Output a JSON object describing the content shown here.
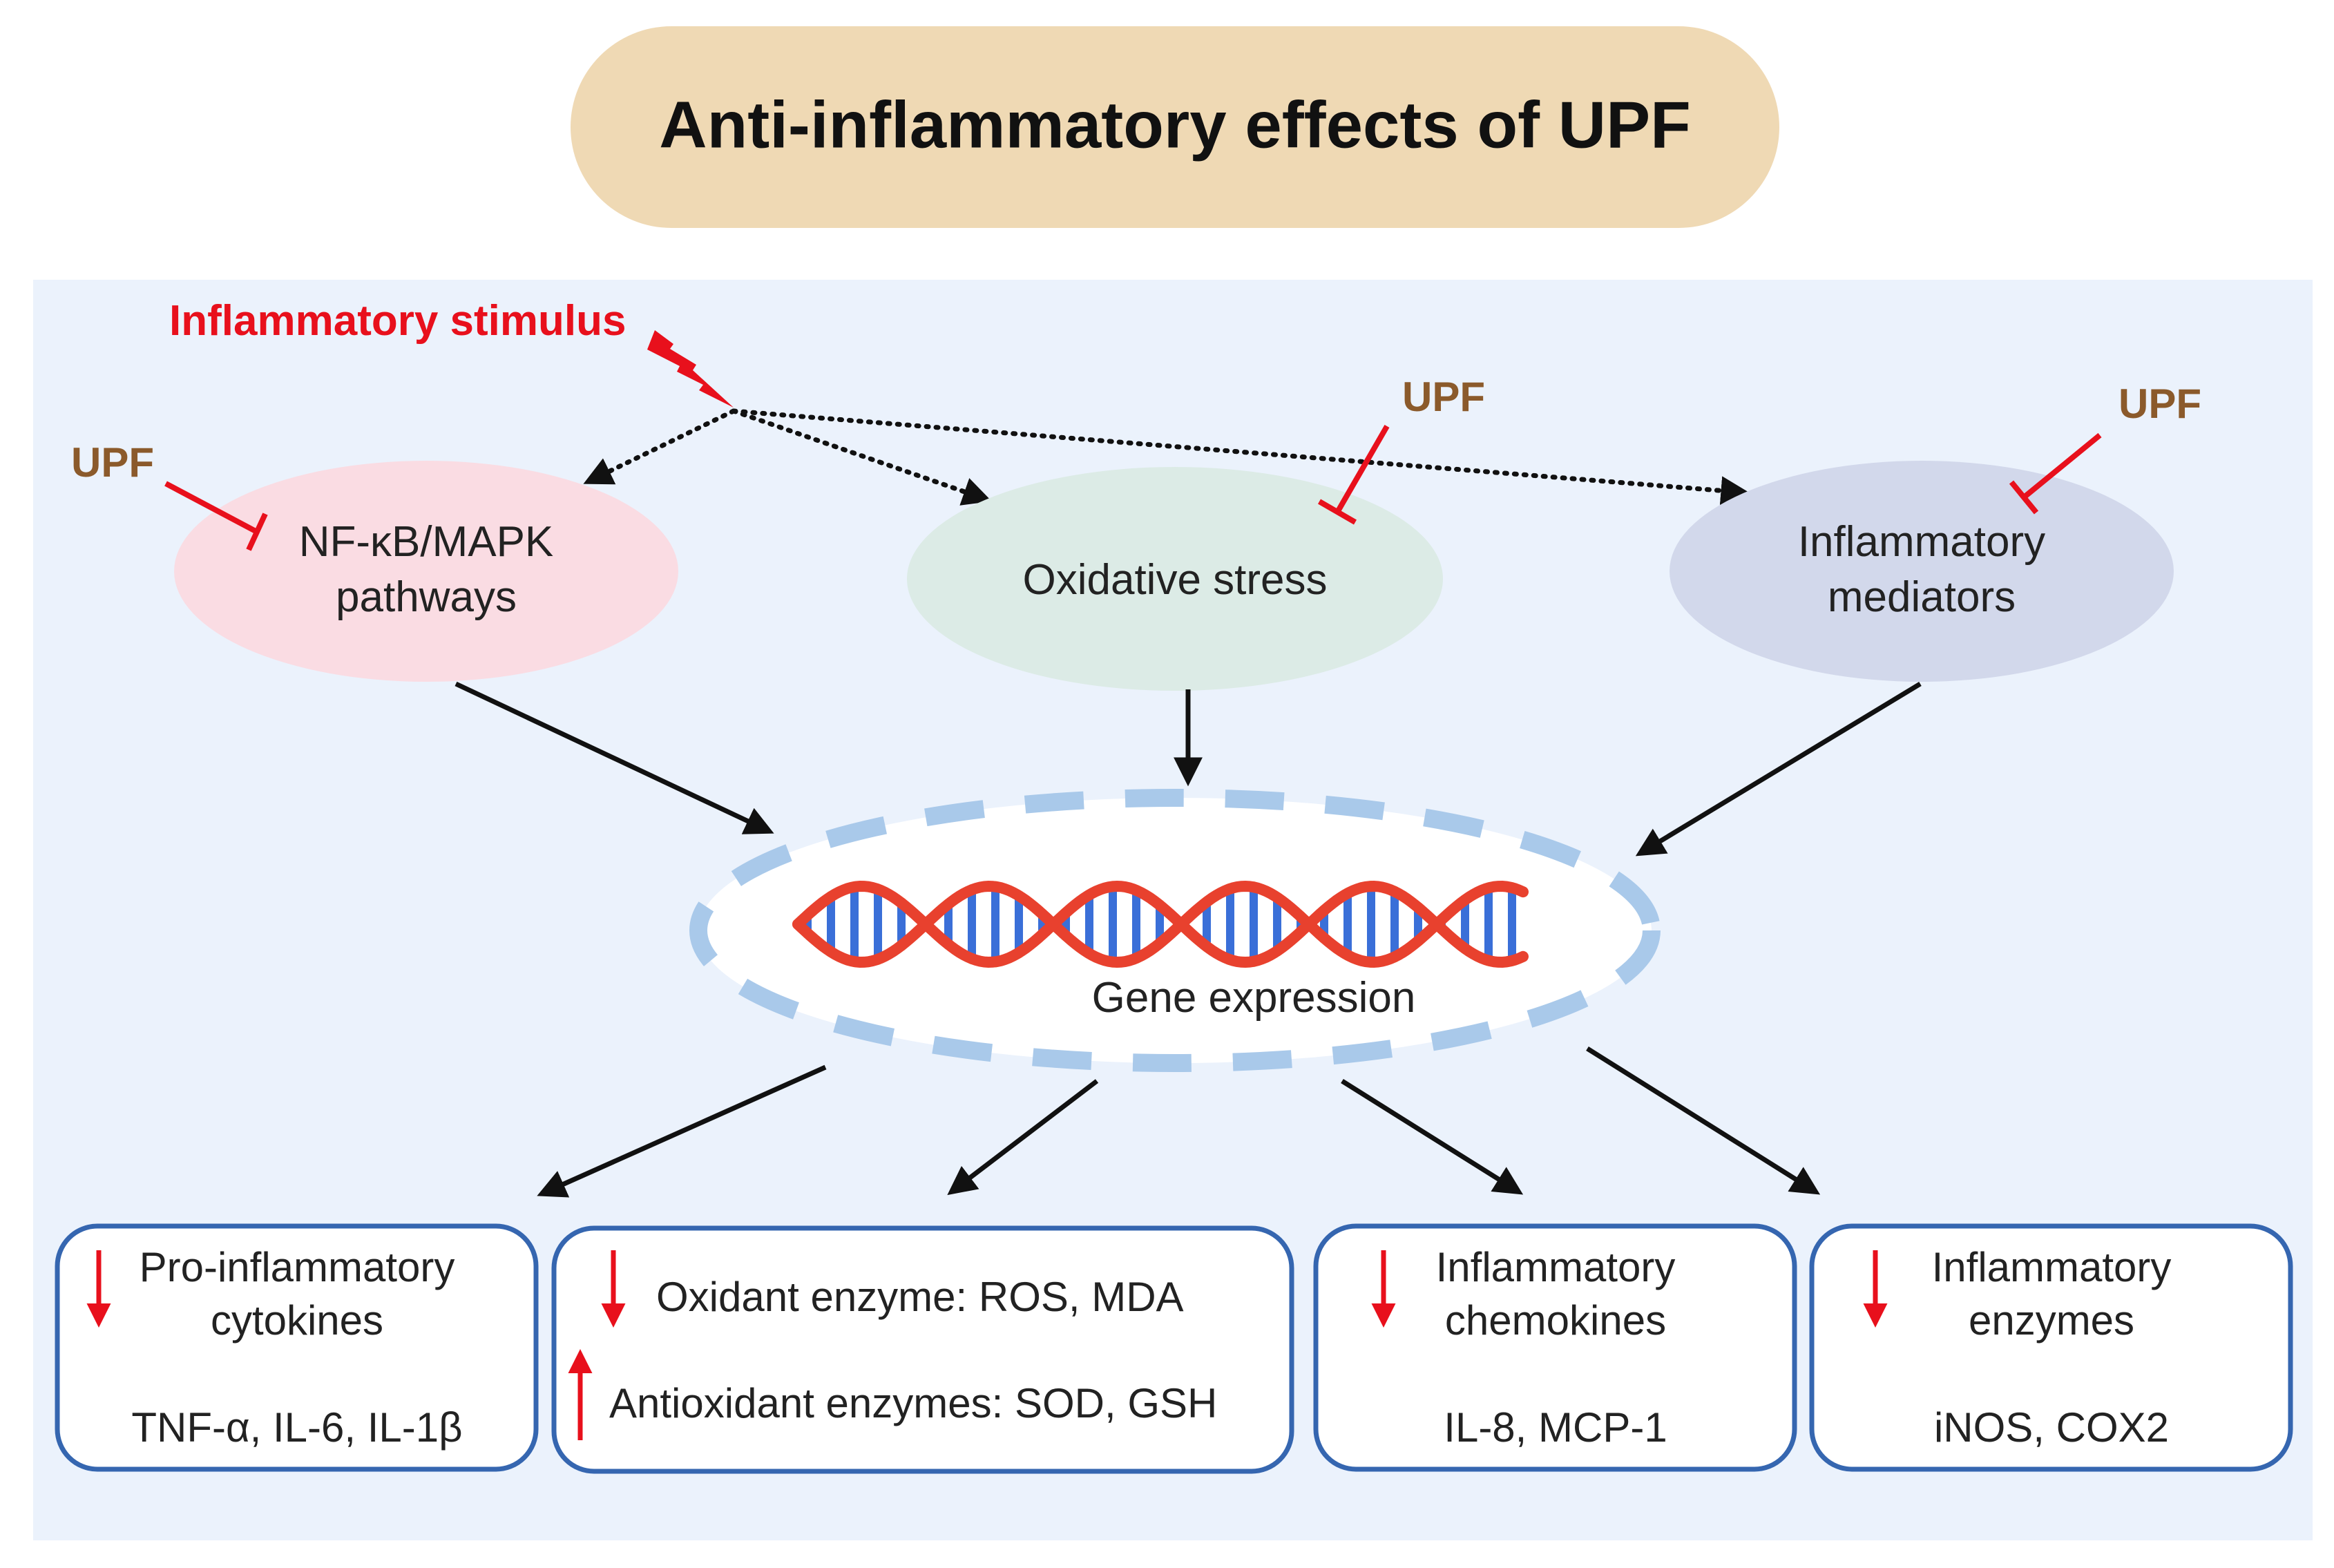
{
  "title": "Anti-inflammatory effects of UPF",
  "stimulus": {
    "label": "Inflammatory stimulus"
  },
  "inhibitor_label": "UPF",
  "nodes": {
    "pathways": {
      "line1": "NF-κB/MAPK",
      "line2": "pathways"
    },
    "oxidative": {
      "label": "Oxidative stress"
    },
    "mediators": {
      "line1": "Inflammatory",
      "line2": "mediators"
    },
    "gene": {
      "label": "Gene expression"
    }
  },
  "boxes": [
    {
      "id": "cytokines",
      "title1": "Pro-inflammatory",
      "title2": "cytokines",
      "detail": "TNF-α, IL-6, IL-1β",
      "direction": "down"
    },
    {
      "id": "enzymes-ox",
      "line1": "Oxidant enzyme: ROS, MDA",
      "line1_direction": "down",
      "line2": "Antioxidant enzymes: SOD, GSH",
      "line2_direction": "up"
    },
    {
      "id": "chemokines",
      "title1": "Inflammatory",
      "title2": "chemokines",
      "detail": "IL-8,  MCP-1",
      "direction": "down"
    },
    {
      "id": "inflam-enzymes",
      "title1": "Inflammatory",
      "title2": "enzymes",
      "detail": "iNOS, COX2",
      "direction": "down"
    }
  ],
  "colors": {
    "title_pill": "#EFD9B4",
    "panel": "#EBF2FC",
    "pathways": "#FADCE3",
    "oxidative": "#DCEBE6",
    "mediators": "#D2D8EB",
    "gene_dash": "#A9C9EA",
    "box_border": "#3566B0",
    "inhibit": "#E8101C",
    "upf": "#8B5A2B",
    "dna_strand": "#E8412E",
    "dna_rung": "#3A6FD8",
    "dna_node": "#F5C518"
  }
}
